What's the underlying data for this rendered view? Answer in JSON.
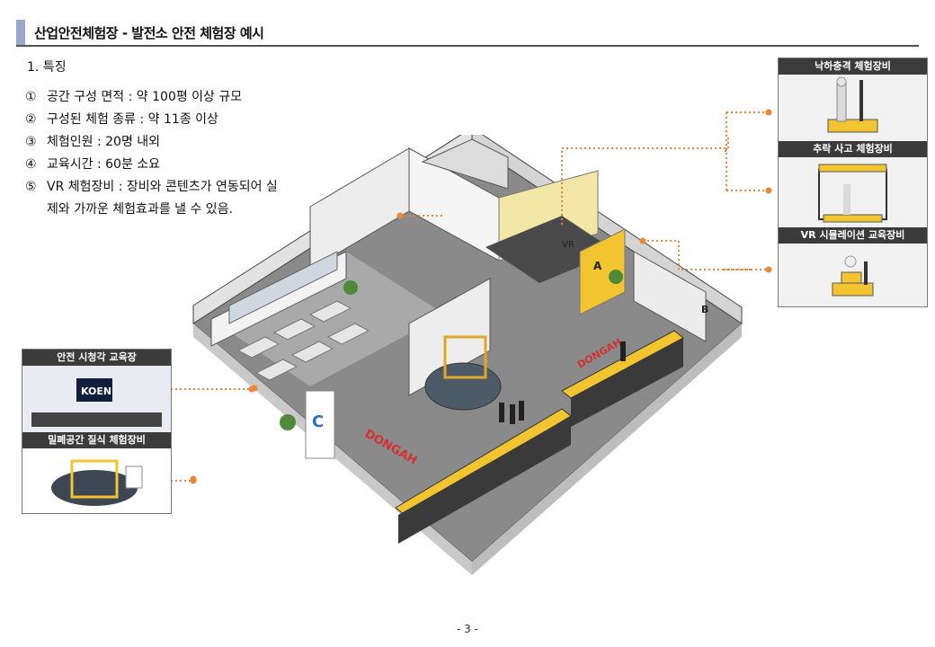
{
  "header": {
    "title": "산업안전체험장 - 발전소 안전 체험장 예시"
  },
  "features": {
    "heading": "1.   특징",
    "items": [
      {
        "num": "①",
        "text": "공간 구성 면적 : 약 100평 이상 규모"
      },
      {
        "num": "②",
        "text": "구성된 체험 종류 : 약 11종 이상"
      },
      {
        "num": "③",
        "text": "체험인원 : 20명 내외"
      },
      {
        "num": "④",
        "text": "교육시간 : 60분 소요"
      },
      {
        "num": "⑤",
        "text": "VR 체험장비 : 장비와 콘텐츠가 연동되어 실제와 가까운 체험효과를 낼 수 있음."
      }
    ]
  },
  "floor_labels": {
    "vr": "VR",
    "zone_a": "A",
    "zone_b": "B",
    "zone_c": "C",
    "brand": "DONGAH"
  },
  "panels": {
    "right": [
      {
        "title": "낙하충격 체험장비"
      },
      {
        "title": "추락 사고 체험장비"
      },
      {
        "title": "VR 시뮬레이션 교육장비"
      }
    ],
    "left": [
      {
        "title": "안전 시청각 교육장",
        "screen_text": "KOEN"
      },
      {
        "title": "밀폐공간 질식 체험장비"
      }
    ]
  },
  "colors": {
    "accent": "#e8873a",
    "yellow": "#f2c530",
    "wall": "#e8e8e8",
    "floor": "#8a8a8a",
    "dark": "#3b3b3b"
  },
  "page": {
    "number": "- 3 -"
  }
}
